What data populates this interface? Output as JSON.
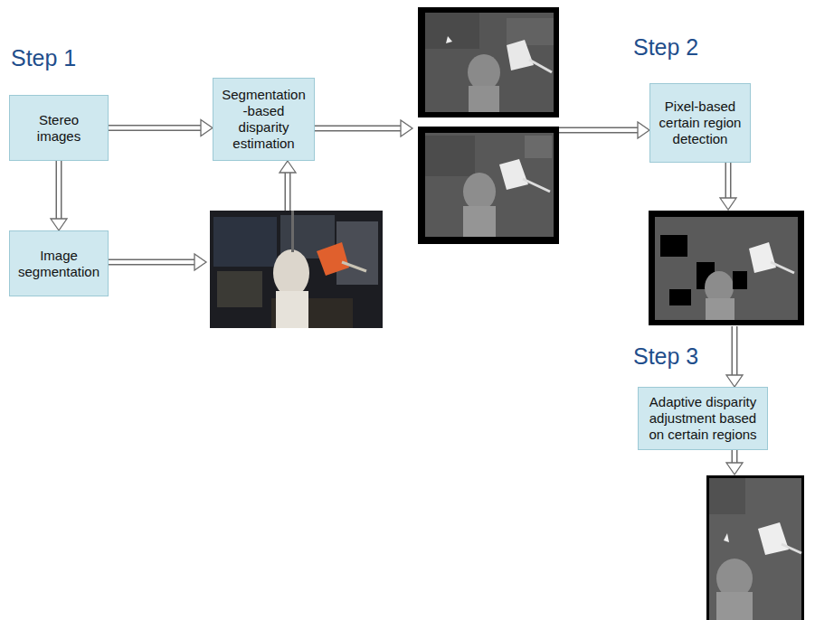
{
  "diagram": {
    "nodes": [
      {
        "text": [
          "Stereo images"
        ]
      },
      {
        "text": [
          "Segmentation -based disparity estimation"
        ]
      },
      {
        "text": [
          "Image segmentation"
        ]
      },
      {
        "text": [
          "Pixel-based certain region detection"
        ]
      },
      {
        "text": [
          "Adaptive disparity adjustment based on certain regions"
        ]
      }
    ],
    "edges": [
      {
        "from": 0,
        "to": 1,
        "arrow": "to"
      },
      {
        "from": 0,
        "to": 2,
        "arrow": "to"
      }
    ],
    "labels": [
      "Step 1",
      "Step 2",
      "Step 3"
    ]
  }
}
